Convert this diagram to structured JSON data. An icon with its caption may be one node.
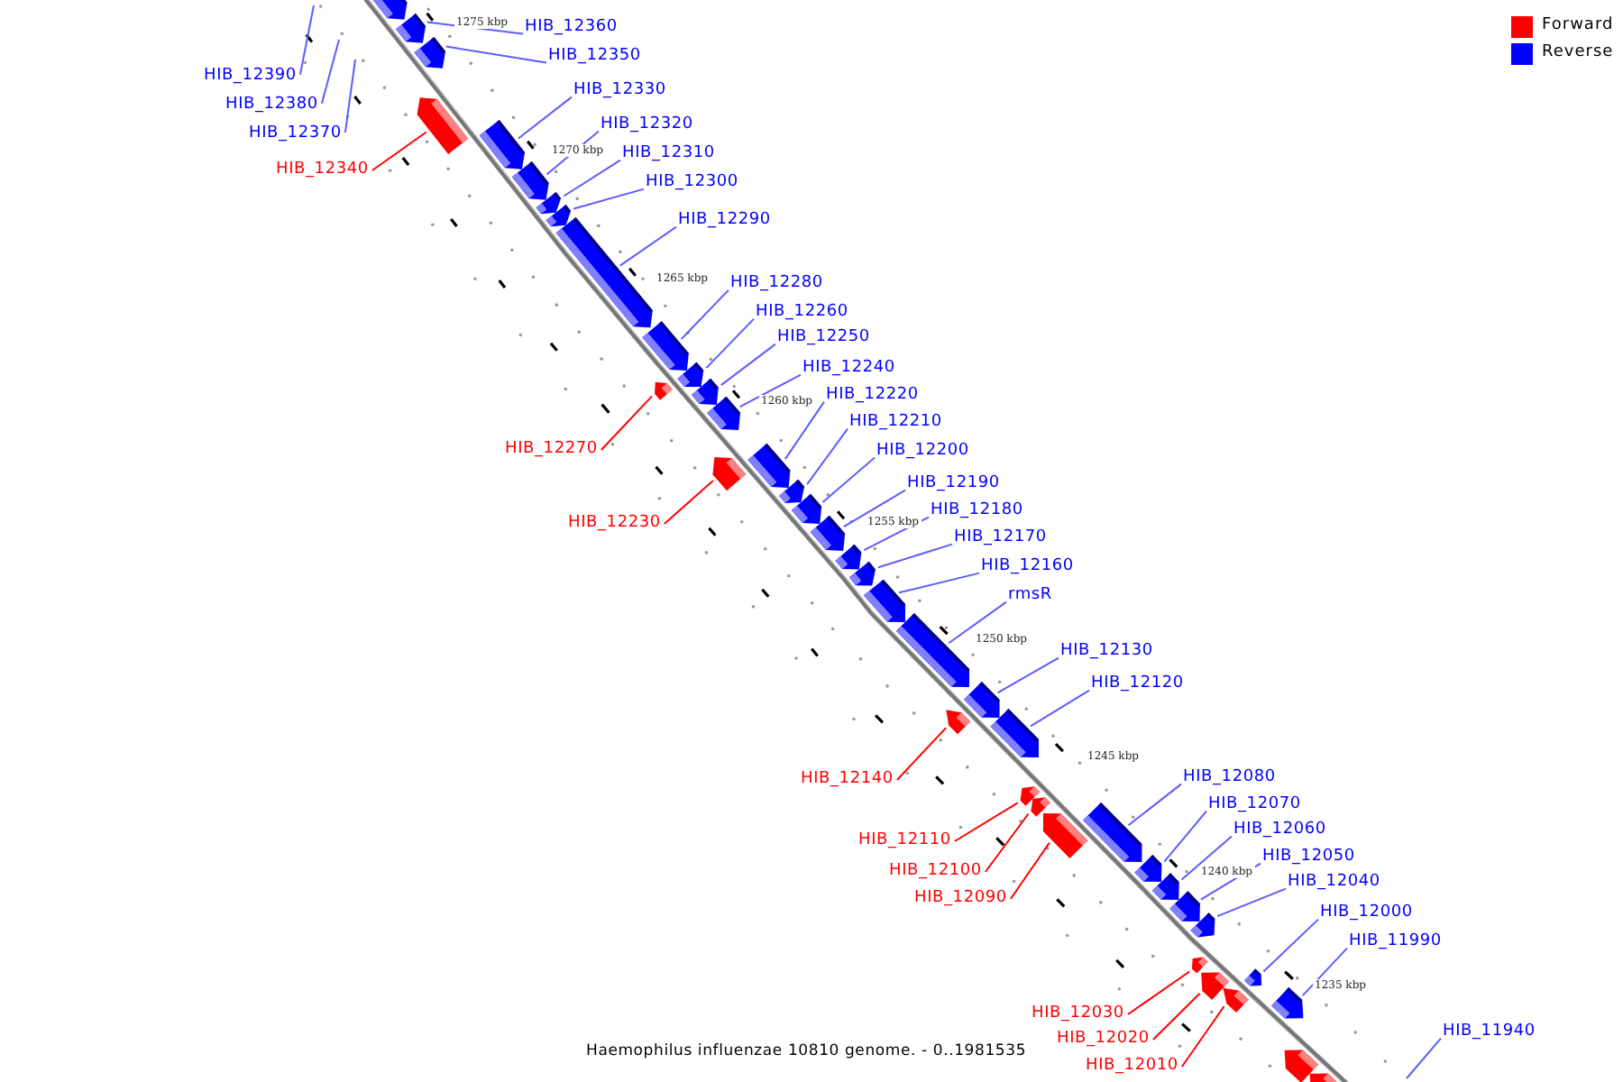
{
  "diagram": {
    "caption": "Haemophilus influenzae 10810 genome. - 0..1981535",
    "nodes": [
      {
        "text": [
          "HIB_12360"
        ]
      },
      {
        "text": [
          "HIB_12350"
        ]
      },
      {
        "text": [
          "HIB_12390"
        ]
      },
      {
        "text": [
          "HIB_12330"
        ]
      },
      {
        "text": [
          "HIB_12380"
        ]
      },
      {
        "text": [
          "HIB_12320"
        ]
      },
      {
        "text": [
          "HIB_12370"
        ]
      },
      {
        "text": [
          "HIB_12310"
        ]
      },
      {
        "text": [
          "HIB_12340"
        ]
      },
      {
        "text": [
          "HIB_12300"
        ]
      },
      {
        "text": [
          "HIB_12290"
        ]
      },
      {
        "text": [
          "HIB_12280"
        ]
      },
      {
        "text": [
          "HIB_12260"
        ]
      },
      {
        "text": [
          "HIB_12250"
        ]
      },
      {
        "text": [
          "HIB_12240"
        ]
      },
      {
        "text": [
          "HIB_12220"
        ]
      },
      {
        "text": [
          "HIB_12210"
        ]
      },
      {
        "text": [
          "HIB_12270"
        ]
      },
      {
        "text": [
          "HIB_12200"
        ]
      },
      {
        "text": [
          "HIB_12190"
        ]
      },
      {
        "text": [
          "HIB_12180"
        ]
      },
      {
        "text": [
          "HIB_12230"
        ]
      },
      {
        "text": [
          "HIB_12170"
        ]
      },
      {
        "text": [
          "HIB_12160"
        ]
      },
      {
        "text": [
          "rmsR"
        ]
      },
      {
        "text": [
          "HIB_12130"
        ]
      },
      {
        "text": [
          "HIB_12120"
        ]
      },
      {
        "text": [
          "HIB_12080"
        ]
      },
      {
        "text": [
          "HIB_12140"
        ]
      },
      {
        "text": [
          "HIB_12070"
        ]
      },
      {
        "text": [
          "HIB_12060"
        ]
      },
      {
        "text": [
          "HIB_12110"
        ]
      },
      {
        "text": [
          "HIB_12050"
        ]
      },
      {
        "text": [
          "HIB_12100"
        ]
      },
      {
        "text": [
          "HIB_12040"
        ]
      },
      {
        "text": [
          "HIB_12090"
        ]
      },
      {
        "text": [
          "HIB_12000"
        ]
      },
      {
        "text": [
          "HIB_11990"
        ]
      },
      {
        "text": [
          "HIB_12030"
        ]
      },
      {
        "text": [
          "HIB_11940"
        ]
      },
      {
        "text": [
          "HIB_12020"
        ]
      },
      {
        "text": [
          "HIB_12010"
        ]
      },
      {
        "text": [],
        "shape": "arrow"
      },
      {
        "text": [],
        "shape": "arrow"
      },
      {
        "text": [],
        "shape": "arrow"
      },
      {
        "text": [],
        "shape": "arrow"
      },
      {
        "text": [],
        "shape": "arrow"
      },
      {
        "text": [],
        "shape": "arrow"
      },
      {
        "text": [],
        "shape": "arrow"
      },
      {
        "text": [],
        "shape": "arrow"
      },
      {
        "text": [],
        "shape": "arrow"
      },
      {
        "text": [],
        "shape": "arrow"
      },
      {
        "text": [],
        "shape": "arrow"
      },
      {
        "text": [],
        "shape": "arrow"
      },
      {
        "text": [],
        "shape": "arrow"
      },
      {
        "text": [],
        "shape": "arrow"
      },
      {
        "text": [],
        "shape": "arrow"
      },
      {
        "text": [],
        "shape": "arrow"
      },
      {
        "text": [],
        "shape": "arrow"
      },
      {
        "text": [],
        "shape": "arrow"
      },
      {
        "text": [],
        "shape": "arrow"
      },
      {
        "text": [],
        "shape": "arrow"
      },
      {
        "text": [],
        "shape": "arrow"
      },
      {
        "text": [],
        "shape": "arrow"
      },
      {
        "text": [],
        "shape": "arrow"
      },
      {
        "text": [],
        "shape": "arrow"
      },
      {
        "text": [],
        "shape": "arrow"
      },
      {
        "text": [],
        "shape": "arrow"
      },
      {
        "text": [],
        "shape": "arrow"
      },
      {
        "text": [],
        "shape": "arrow"
      },
      {
        "text": [],
        "shape": "arrow"
      },
      {
        "text": [],
        "shape": "arrow"
      },
      {
        "text": [],
        "shape": "arrow"
      },
      {
        "text": [],
        "shape": "arrow"
      },
      {
        "text": [],
        "shape": "arrow"
      },
      {
        "text": [],
        "shape": "arrow"
      },
      {
        "text": [],
        "shape": "arrow"
      },
      {
        "text": [],
        "shape": "arrow"
      },
      {
        "text": [],
        "shape": "arrow"
      },
      {
        "text": [],
        "shape": "arrow"
      },
      {
        "text": [],
        "shape": "arrow"
      },
      {
        "text": [],
        "shape": "arrow"
      },
      {
        "text": [],
        "shape": "arrow"
      }
    ],
    "edges": [
      {
        "from": 0,
        "to": 43,
        "arrow": "none"
      },
      {
        "from": 1,
        "to": 44,
        "arrow": "none"
      },
      {
        "from": 2,
        "to": null,
        "arrow": "none"
      },
      {
        "from": 3,
        "to": 46,
        "arrow": "none"
      },
      {
        "from": 4,
        "to": null,
        "arrow": "none"
      },
      {
        "from": 5,
        "to": 47,
        "arrow": "none"
      },
      {
        "from": 6,
        "to": null,
        "arrow": "none"
      },
      {
        "from": 7,
        "to": 48,
        "arrow": "none"
      },
      {
        "from": 8,
        "to": 45,
        "arrow": "none",
        "color": "#ff0000"
      },
      {
        "from": 9,
        "to": 49,
        "arrow": "none"
      },
      {
        "from": 10,
        "to": 50,
        "arrow": "none"
      },
      {
        "from": 11,
        "to": 51,
        "arrow": "none"
      },
      {
        "from": 12,
        "to": 53,
        "arrow": "none"
      },
      {
        "from": 13,
        "to": 54,
        "arrow": "none"
      },
      {
        "from": 14,
        "to": 55,
        "arrow": "none"
      },
      {
        "from": 15,
        "to": 57,
        "arrow": "none"
      },
      {
        "from": 16,
        "to": 58,
        "arrow": "none"
      },
      {
        "from": 17,
        "to": 52,
        "arrow": "none",
        "color": "#ff0000"
      },
      {
        "from": 18,
        "to": 59,
        "arrow": "none"
      },
      {
        "from": 19,
        "to": 60,
        "arrow": "none"
      },
      {
        "from": 20,
        "to": 61,
        "arrow": "none"
      },
      {
        "from": 21,
        "to": 56,
        "arrow": "none",
        "color": "#ff0000"
      },
      {
        "from": 22,
        "to": 62,
        "arrow": "none"
      },
      {
        "from": 23,
        "to": 63,
        "arrow": "none"
      },
      {
        "from": 24,
        "to": 64,
        "arrow": "none"
      },
      {
        "from": 25,
        "to": 66,
        "arrow": "none"
      },
      {
        "from": 26,
        "to": 67,
        "arrow": "none"
      },
      {
        "from": 27,
        "to": 71,
        "arrow": "none"
      },
      {
        "from": 28,
        "to": 65,
        "arrow": "none",
        "color": "#ff0000"
      },
      {
        "from": 29,
        "to": 72,
        "arrow": "none"
      },
      {
        "from": 30,
        "to": 73,
        "arrow": "none"
      },
      {
        "from": 31,
        "to": 68,
        "arrow": "none",
        "color": "#ff0000"
      },
      {
        "from": 32,
        "to": 74,
        "arrow": "none"
      },
      {
        "from": 33,
        "to": 69,
        "arrow": "none",
        "color": "#ff0000"
      },
      {
        "from": 34,
        "to": 75,
        "arrow": "none"
      },
      {
        "from": 35,
        "to": 70,
        "arrow": "none",
        "color": "#ff0000"
      },
      {
        "from": 36,
        "to": 79,
        "arrow": "none"
      },
      {
        "from": 37,
        "to": 80,
        "arrow": "none"
      },
      {
        "from": 38,
        "to": 76,
        "arrow": "none",
        "color": "#ff0000"
      },
      {
        "from": 39,
        "to": null,
        "arrow": "none"
      },
      {
        "from": 40,
        "to": 77,
        "arrow": "none",
        "color": "#ff0000"
      },
      {
        "from": 41,
        "to": 78,
        "arrow": "none",
        "color": "#ff0000"
      }
    ],
    "labels": [
      "1275 kbp",
      "1270 kbp",
      "1265 kbp",
      "1260 kbp",
      "1255 kbp",
      "1250 kbp",
      "1245 kbp",
      "1240 kbp",
      "1235 kbp"
    ],
    "legend": [
      {
        "text": "Forward",
        "color": "#ff0000"
      },
      {
        "text": "Reverse",
        "color": "#0000ff"
      }
    ]
  }
}
